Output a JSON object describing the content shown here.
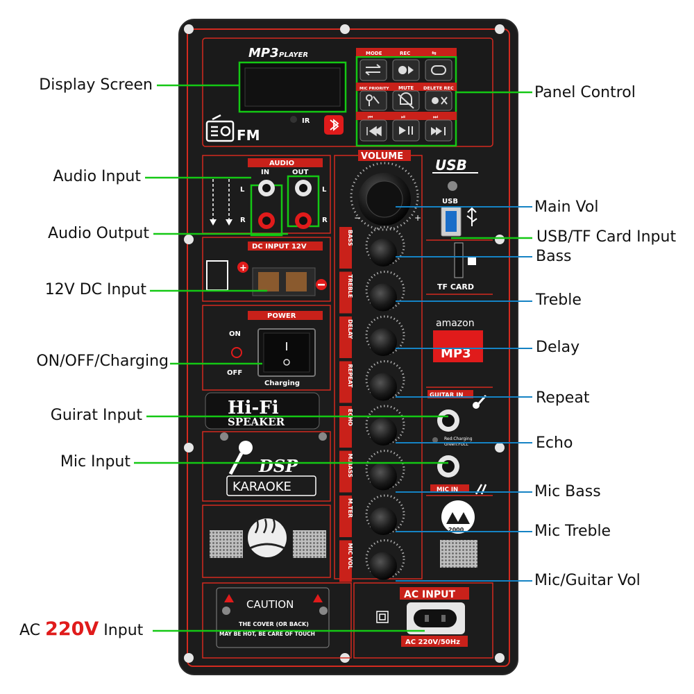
{
  "labels_left": {
    "display_screen": "Display Screen",
    "audio_input": "Audio Input",
    "audio_output": "Audio Output",
    "dc_input": "12V DC Input",
    "on_off": "ON/OFF/Charging",
    "guitar_input": "Guirat Input",
    "mic_input": "Mic Input",
    "ac_prefix": "AC",
    "ac_voltage": "220V",
    "ac_suffix": "Input"
  },
  "labels_right": {
    "panel_control": "Panel Control",
    "main_vol": "Main Vol",
    "usb_tf": "USB/TF Card Input",
    "bass": "Bass",
    "treble": "Treble",
    "delay": "Delay",
    "repeat": "Repeat",
    "echo": "Echo",
    "mic_bass": "Mic Bass",
    "mic_treble": "Mic Treble",
    "mic_guitar_vol": "Mic/Guitar Vol"
  },
  "panel": {
    "mp3_logo": "MP3",
    "mp3_player": "PLAYER",
    "ir": "IR",
    "fm": "FM",
    "btn_labels_row1": [
      "MODE",
      "REC",
      "⇆"
    ],
    "btn_labels_row2": [
      "MIC PRIORITY",
      "MUTE",
      "DELETE REC"
    ],
    "btn_labels_row3": [
      "⏮",
      "⏯",
      "⏭"
    ],
    "audio": "AUDIO",
    "in": "IN",
    "out": "OUT",
    "l": "L",
    "r": "R",
    "dc_input": "DC INPUT 12V",
    "power": "POWER",
    "on": "ON",
    "off": "OFF",
    "charging": "Charging",
    "hifi": "Hi-Fi",
    "speaker": "SPEAKER",
    "dsp": "DSP",
    "karaoke": "KARAOKE",
    "volume": "VOLUME",
    "usb_logo": "USB",
    "usb": "USB",
    "tf_card": "TF CARD",
    "amazon": "amazon",
    "mp3_badge": "MP3",
    "guitar_in": "GUITAR IN",
    "red_charging": "Red:Charging",
    "green_full": "Green:FULL",
    "mic_in": "MIC IN",
    "knob_labels": [
      "BASS",
      "TREBLE",
      "DELAY",
      "REPEAT",
      "ECHO",
      "M.BASS",
      "M.TER",
      "MIC VOL"
    ],
    "caution": "CAUTION",
    "caution_line1": "THE COVER (OR BACK)",
    "caution_line2": "MAY BE HOT, BE CARE OF TOUCH",
    "ac_input": "AC INPUT",
    "ac_rating": "AC 220V/50Hz",
    "badge_2000": "2000"
  },
  "colors": {
    "panel_bg": "#1c1c1c",
    "panel_border": "#e0231c",
    "green_line": "#14c814",
    "blue_line": "#1583c4",
    "accent_red": "#e01b1b"
  }
}
